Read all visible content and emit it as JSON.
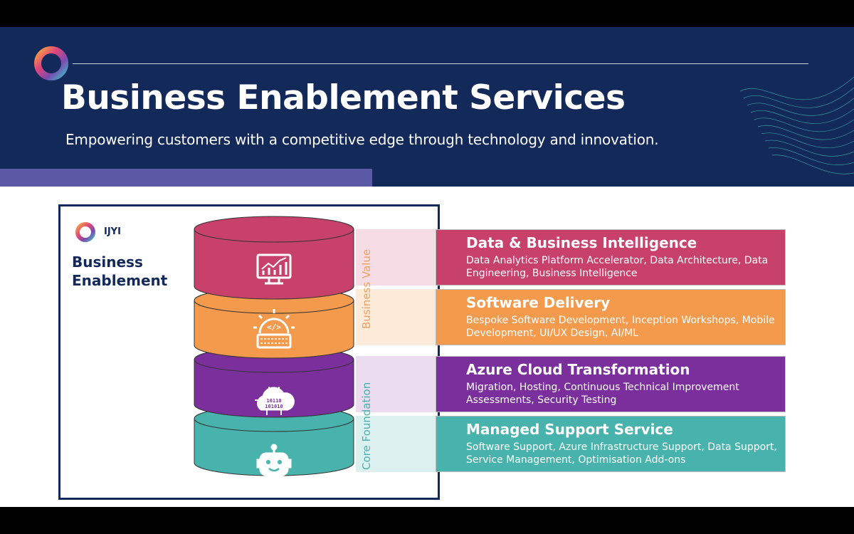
{
  "header": {
    "title": "Business Enablement Services",
    "subtitle": "Empowering customers with a competitive edge through technology and innovation."
  },
  "panel": {
    "brand": "IJYI",
    "title_line1": "Business",
    "title_line2": "Enablement"
  },
  "side_labels": {
    "upper": "Business Value",
    "lower": "Core Foundation"
  },
  "services": [
    {
      "title": "Data & Business Intelligence",
      "description": "Data Analytics Platform Accelerator, Data Architecture, Data Engineering, Business Intelligence",
      "color": "#c8416b",
      "icon": "analytics-monitor-icon"
    },
    {
      "title": "Software Delivery",
      "description": "Bespoke Software Development, Inception Workshops, Mobile Development, UI/UX Design, AI/ML",
      "color": "#f39a4d",
      "icon": "code-gear-icon"
    },
    {
      "title": "Azure Cloud Transformation",
      "description": "Migration, Hosting, Continuous Technical Improvement Assessments, Security Testing",
      "color": "#7b2f9c",
      "icon": "binary-cloud-icon"
    },
    {
      "title": "Managed Support Service",
      "description": "Software Support, Azure Infrastructure Support, Data Support, Service Management, Optimisation Add-ons",
      "color": "#48b3ac",
      "icon": "support-bot-icon"
    }
  ],
  "colors": {
    "navy": "#13295a",
    "accent_purple": "#5b59a6",
    "business_value_text": "#f0a060",
    "core_foundation_text": "#48b3ac"
  }
}
